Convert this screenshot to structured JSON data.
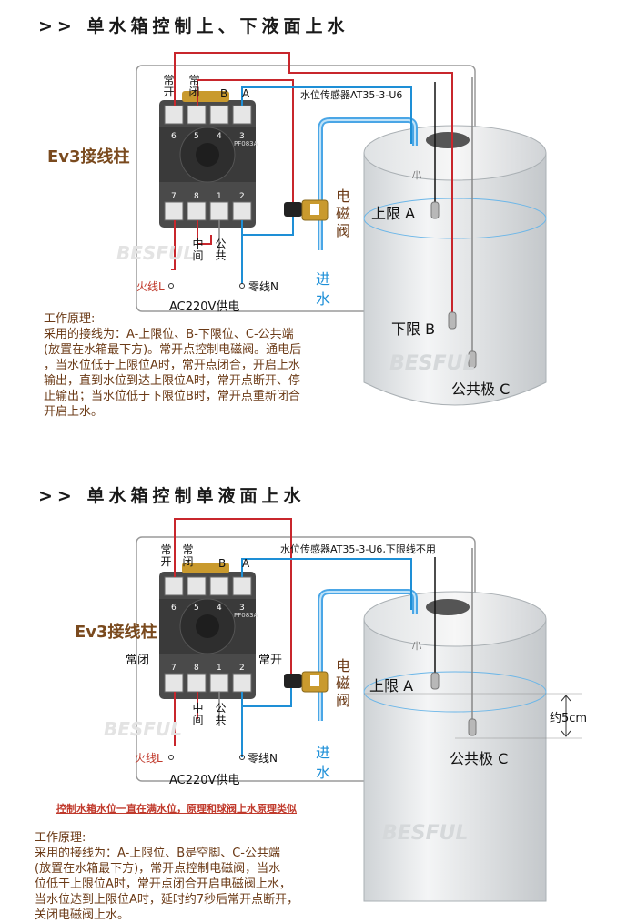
{
  "section1": {
    "title": ">> 单水箱控制上、下液面上水",
    "ev3_label": "Ev3接线柱",
    "top_labels": {
      "no": "常开",
      "nc": "常闭",
      "b": "B",
      "a": "A"
    },
    "sensor_label": "水位传感器AT35-3-U6",
    "bottom_labels": {
      "mid": "中间",
      "com": "公共"
    },
    "valve_label": "电磁阀",
    "inlet_label": "进水",
    "live_label": "火线L",
    "neutral_label": "零线N",
    "supply_label": "AC220V供电",
    "upper_label": "上限 A",
    "lower_label": "下限 B",
    "common_label": "公共极 C",
    "principle": "工作原理:\n采用的接线为：A-上限位、B-下限位、C-公共端\n(放置在水箱最下方)。常开点控制电磁阀。通电后\n，当水位低于上限位A时，常开点闭合，开启上水\n输出，直到水位到达上限位A时，常开点断开、停\n止输出；当水位低于下限位B时，常开点重新闭合\n开启上水。"
  },
  "section2": {
    "title": ">> 单水箱控制单液面上水",
    "ev3_label": "Ev3接线柱",
    "top_labels": {
      "no": "常开",
      "nc": "常闭",
      "b": "B",
      "a": "A"
    },
    "sensor_label": "水位传感器AT35-3-U6,下限线不用",
    "side_nc": "常闭",
    "side_no": "常开",
    "bottom_labels": {
      "mid": "中间",
      "com": "公共"
    },
    "valve_label": "电磁阀",
    "inlet_label": "进水",
    "live_label": "火线L",
    "neutral_label": "零线N",
    "supply_label": "AC220V供电",
    "upper_label": "上限 A",
    "gap_label": "约5cm",
    "common_label": "公共极 C",
    "notice": "控制水箱水位一直在满水位，原理和球阀上水原理类似",
    "principle": "工作原理:\n采用的接线为：A-上限位、B是空脚、C-公共端\n(放置在水箱最下方)，常开点控制电磁阀，当水\n位低于上限位A时，常开点闭合开启电磁阀上水，\n当水位达到上限位A时，延时约7秒后常开点断开，\n关闭电磁阀上水。"
  },
  "relay": {
    "pins_top": [
      "6",
      "5",
      "4",
      "3"
    ],
    "pins_bottom": [
      "7",
      "8",
      "1",
      "2"
    ],
    "model": "PF083A"
  },
  "watermark": "BESFUL",
  "colors": {
    "live": "#c8262c",
    "neutral": "#1e8fd6",
    "frame": "#9a9a9a",
    "relay": "#4a4a4a",
    "brass": "#c99a2e"
  }
}
